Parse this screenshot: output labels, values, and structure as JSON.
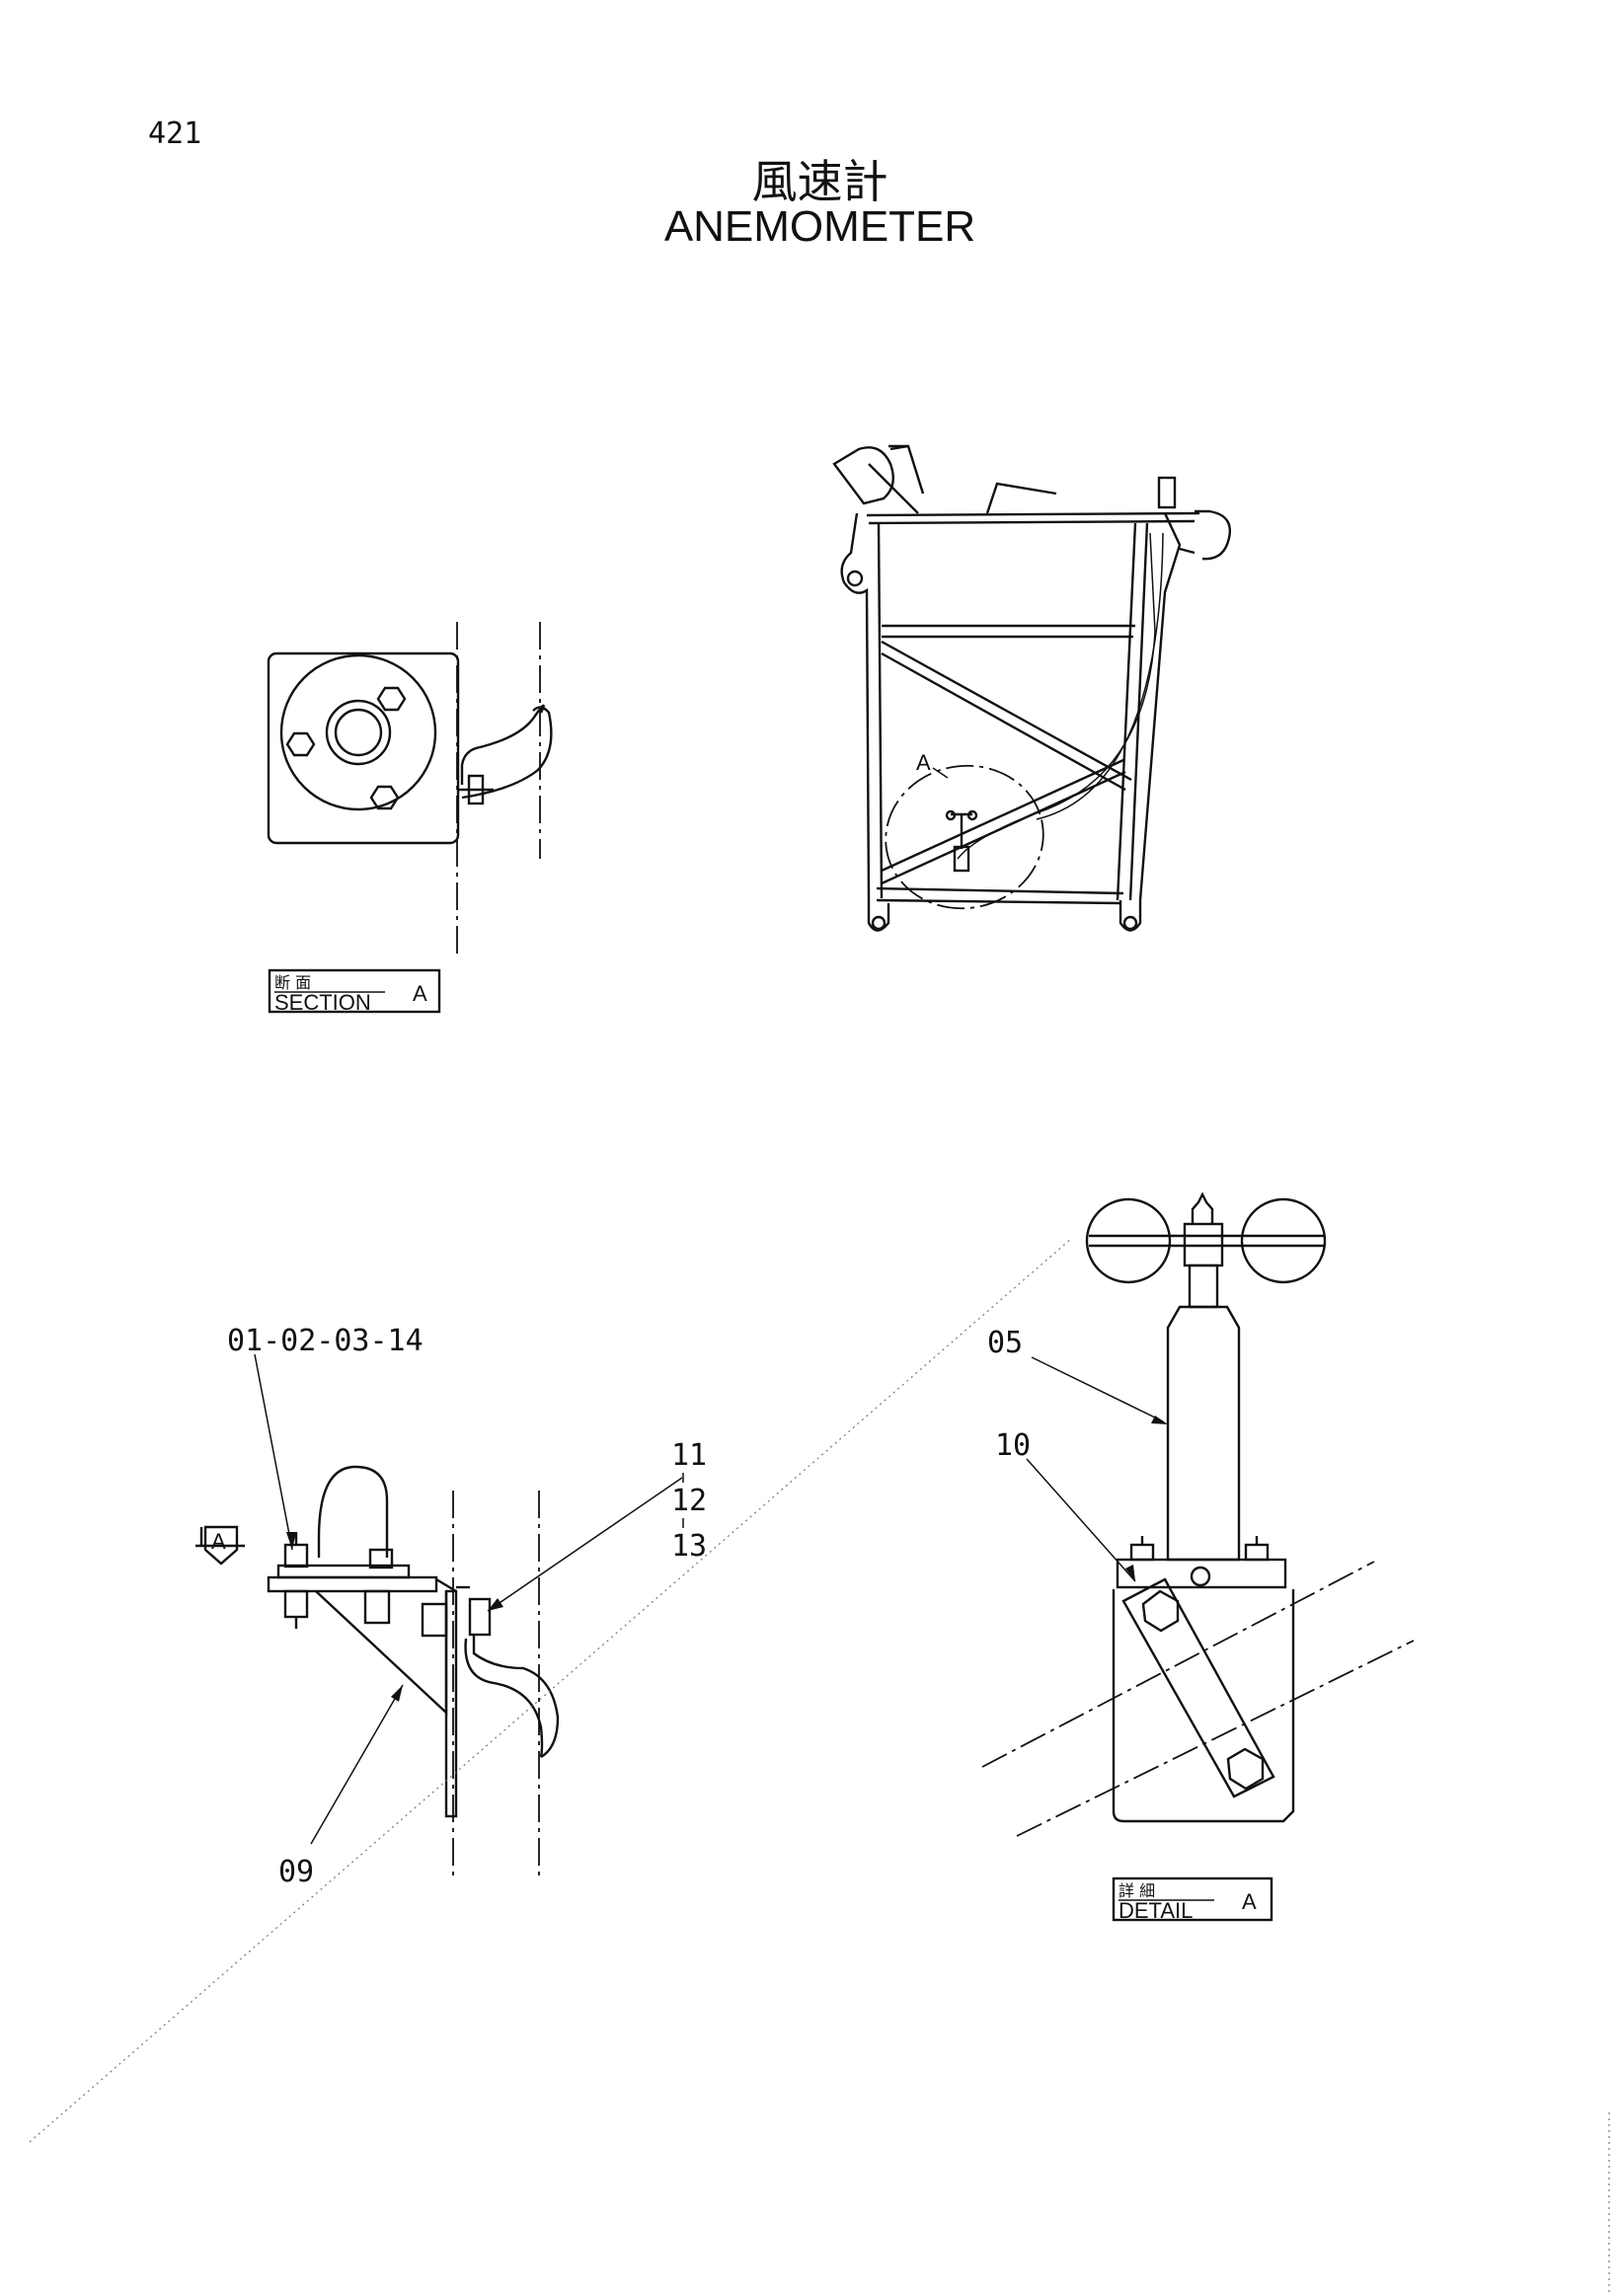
{
  "page_number": "421",
  "title_jp": "風速計",
  "title_en": "ANEMOMETER",
  "overview": {
    "view_marker": "A"
  },
  "section_box": {
    "jp": "断 面",
    "en": "SECTION",
    "letter": "A"
  },
  "detail_box": {
    "jp": "詳 細",
    "en": "DETAIL",
    "letter": "A"
  },
  "section_arrow_letter": "A",
  "callouts": {
    "bolt_group": "01-02-03-14",
    "clamp_parts_1": "11",
    "clamp_parts_2": "12",
    "clamp_parts_3": "13",
    "bracket": "09",
    "anemometer": "05",
    "bracket_plate": "10"
  }
}
